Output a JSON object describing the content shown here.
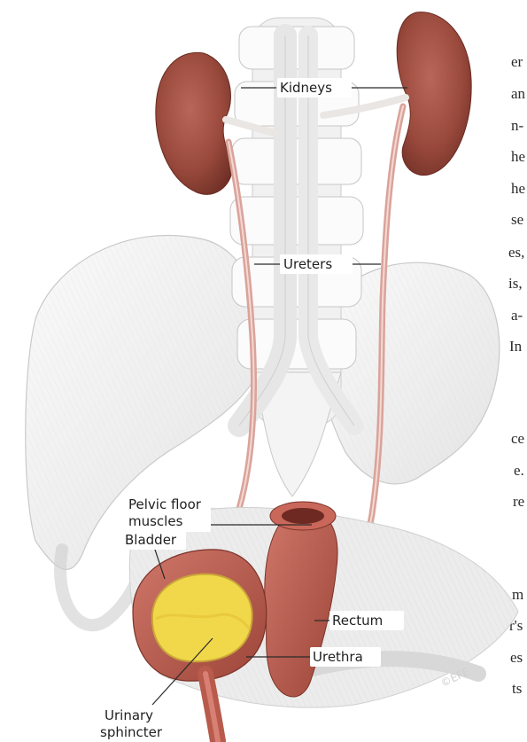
{
  "text_fragments": [
    "er",
    "an",
    "n-",
    "he",
    "he",
    "se",
    "es,",
    "is,",
    "a-",
    "In",
    "ce",
    "e.",
    "re",
    "m",
    "r's",
    "es",
    "ts"
  ],
  "labels": {
    "kidneys": "Kidneys",
    "ureters": "Ureters",
    "pelvic_floor_line1": "Pelvic floor",
    "pelvic_floor_line2": "muscles",
    "bladder": "Bladder",
    "rectum": "Rectum",
    "urethra": "Urethra",
    "sphincter_line1": "Urinary",
    "sphincter_line2": "sphincter"
  },
  "copyright": "©EFE",
  "colors": {
    "kidney": "#9a4a3c",
    "bone": "#f3f3f3",
    "bone_stroke": "#c9c9c9",
    "ureter": "#d9a39a",
    "muscle": "#b85a4c",
    "urine": "#f1d84a"
  }
}
